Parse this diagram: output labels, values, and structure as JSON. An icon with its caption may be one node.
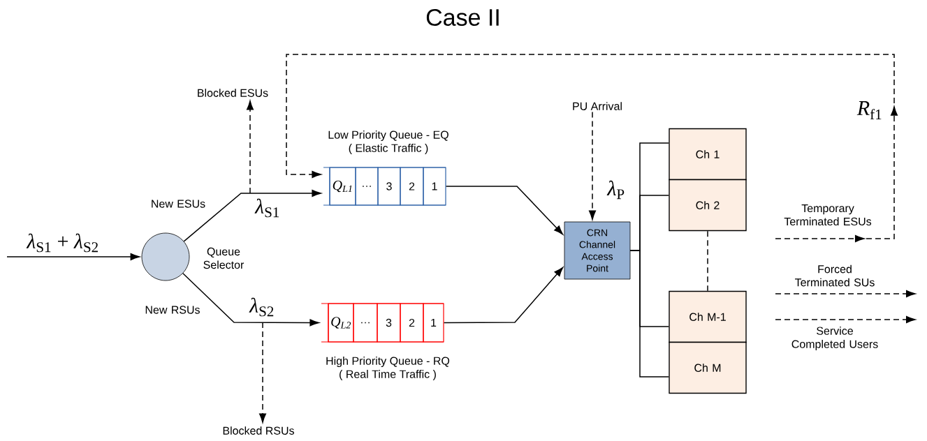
{
  "diagram": {
    "title": "Case II",
    "nodes": [
      {
        "text": [
          "Queue Selector"
        ]
      },
      {
        "text": [
          "Low Priority Queue - EQ",
          "( Elastic Traffic )"
        ]
      },
      {
        "text": [
          "*Q*$_{L1}$"
        ],
        "in": 1
      },
      {
        "text": [
          "…"
        ],
        "in": 1
      },
      {
        "text": [
          "3"
        ],
        "in": 1
      },
      {
        "text": [
          "2"
        ],
        "in": 1
      },
      {
        "text": [
          "1"
        ],
        "in": 1
      },
      {
        "text": [
          "High Priority Queue - RQ",
          "( Real Time Traffic )"
        ]
      },
      {
        "text": [
          "*Q*$_{L2}$"
        ],
        "in": 7
      },
      {
        "text": [
          "…"
        ],
        "in": 7
      },
      {
        "text": [
          "3"
        ],
        "in": 7
      },
      {
        "text": [
          "2"
        ],
        "in": 7
      },
      {
        "text": [
          "1"
        ],
        "in": 7
      },
      {
        "text": [
          "CRN Channel Access Point"
        ]
      },
      {
        "text": [
          "Ch 1"
        ]
      },
      {
        "text": [
          "Ch 2"
        ]
      },
      {
        "text": [
          "Ch M-1"
        ]
      },
      {
        "text": [
          "Ch M"
        ]
      },
      {
        "text": [
          "Blocked ESUs"
        ]
      },
      {
        "text": [
          "Blocked RSUs"
        ]
      },
      {
        "text": [
          "PU Arrival"
        ]
      }
    ],
    "edges": [
      {
        "from": null,
        "to": 0,
        "arrow": "to",
        "label": "*λ*$_{S1}$ + *λ*$_{S2}$"
      },
      {
        "from": 0,
        "to": 1,
        "arrow": "to",
        "label": "*λ*$_{S1}$"
      },
      {
        "from": 0,
        "to": 7,
        "arrow": "to",
        "label": "*λ*$_{S2}$"
      },
      {
        "from": null,
        "to": 18,
        "arrow": "to",
        "style": "dashed"
      },
      {
        "from": null,
        "to": 19,
        "arrow": "to",
        "style": "dashed"
      },
      {
        "from": null,
        "to": 1,
        "arrow": "to",
        "style": "dashed",
        "label": "*R*$_{f1}$"
      },
      {
        "from": 1,
        "to": 13,
        "arrow": "to"
      },
      {
        "from": 7,
        "to": 13,
        "arrow": "to"
      },
      {
        "from": 20,
        "to": 13,
        "arrow": "to",
        "style": "dashed",
        "label": "*λ*$_{P}$"
      },
      {
        "from": 13,
        "to": 14,
        "arrow": "none"
      },
      {
        "from": 13,
        "to": 15,
        "arrow": "none"
      },
      {
        "from": 13,
        "to": 16,
        "arrow": "none"
      },
      {
        "from": 13,
        "to": 17,
        "arrow": "none"
      },
      {
        "from": 15,
        "to": 16,
        "arrow": "none",
        "style": "dashed"
      }
    ],
    "labels": [
      "New ESUs",
      "New RSUs",
      "Temporary Terminated ESUs",
      "Forced Terminated SUs",
      "Service Completed Users"
    ]
  }
}
